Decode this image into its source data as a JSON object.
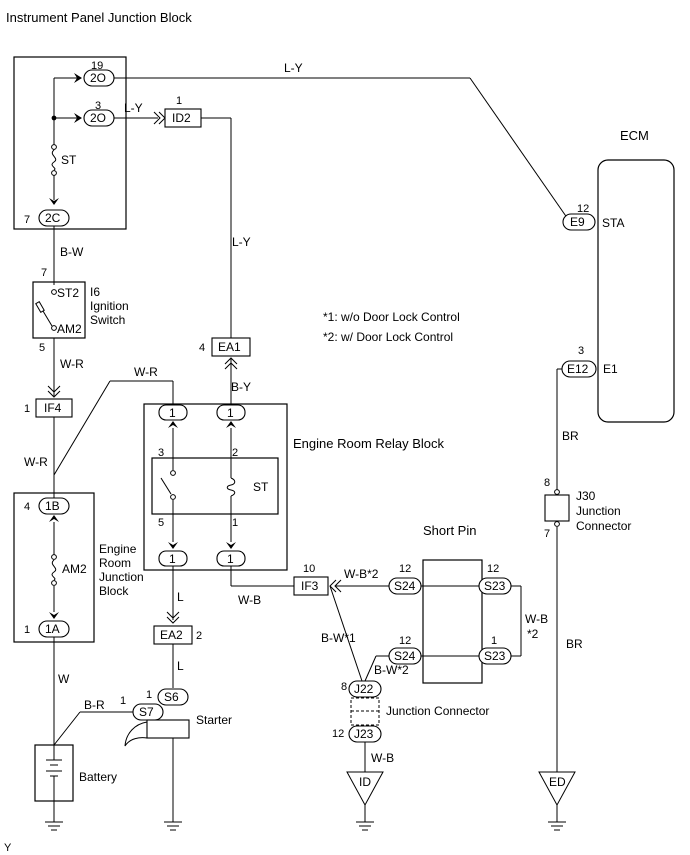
{
  "title": "Instrument Panel Junction Block",
  "footer": "Y",
  "components": {
    "ecm": "ECM",
    "ignition_switch": [
      "I6",
      "Ignition",
      "Switch"
    ],
    "relay_block": "Engine Room Relay Block",
    "er_junction_block": [
      "Engine",
      "Room",
      "Junction",
      "Block"
    ],
    "short_pin": "Short Pin",
    "j30": [
      "J30",
      "Junction",
      "Connector"
    ],
    "junction_connector": "Junction Connector",
    "starter": "Starter",
    "battery": "Battery",
    "ground_id": "ID",
    "ground_ed": "ED"
  },
  "notes": [
    "*1: w/o Door Lock Control",
    "*2: w/ Door Lock Control"
  ],
  "connectors": {
    "c2O_a": "2O",
    "c2O_b": "2O",
    "c2C": "2C",
    "cID2": "ID2",
    "cE9": "E9",
    "cE12": "E12",
    "cEA1": "EA1",
    "cIF4": "IF4",
    "c1_a": "1",
    "c1_b": "1",
    "c1_c": "1",
    "c1_d": "1",
    "c1B": "1B",
    "c1A": "1A",
    "cEA2": "EA2",
    "cS6": "S6",
    "cS7": "S7",
    "cIF3": "IF3",
    "cS24_a": "S24",
    "cS23_a": "S23",
    "cS24_b": "S24",
    "cS23_b": "S23",
    "cJ22": "J22",
    "cJ23": "J23",
    "sST2": "ST2",
    "sAM2": "AM2"
  },
  "terminals": {
    "ecm_sta": "STA",
    "ecm_e1": "E1",
    "fuse_st": "ST",
    "fuse_am2": "AM2",
    "relay_st": "ST"
  },
  "pins": {
    "p19": "19",
    "p3": "3",
    "p1_id2": "1",
    "p7_2c": "7",
    "p12_e9": "12",
    "p7_i6": "7",
    "p5_i6": "5",
    "p4_ea1": "4",
    "p3_e12": "3",
    "p1_if4": "1",
    "p3_relay": "3",
    "p2_relay": "2",
    "p5_relay": "5",
    "p1_relay": "1",
    "p4_1b": "4",
    "p1_1a": "1",
    "p8_j30": "8",
    "p7_j30": "7",
    "p10_if3": "10",
    "p12_s24a": "12",
    "p12_s23a": "12",
    "p12_s24b": "12",
    "p1_s23b": "1",
    "p2_ea2": "2",
    "p1_s6": "1",
    "p1_s7": "1",
    "p8_j22": "8",
    "p12_j23": "12"
  },
  "wires": {
    "ly_top": "L-Y",
    "ly_mid": "L-Y",
    "ly_vert": "L-Y",
    "bw": "B-W",
    "wr1": "W-R",
    "wr2": "W-R",
    "wr3": "W-R",
    "by": "B-Y",
    "br1": "BR",
    "br2": "BR",
    "l1": "L",
    "l2": "L",
    "w": "W",
    "br": "B-R",
    "wb_if3": "W-B",
    "wb2_top": "W-B*2",
    "bw1": "B-W*1",
    "bw2": "B-W*2",
    "wb_sp": "W-B",
    "wb_sp_star": "*2",
    "wb_gnd": "W-B"
  }
}
